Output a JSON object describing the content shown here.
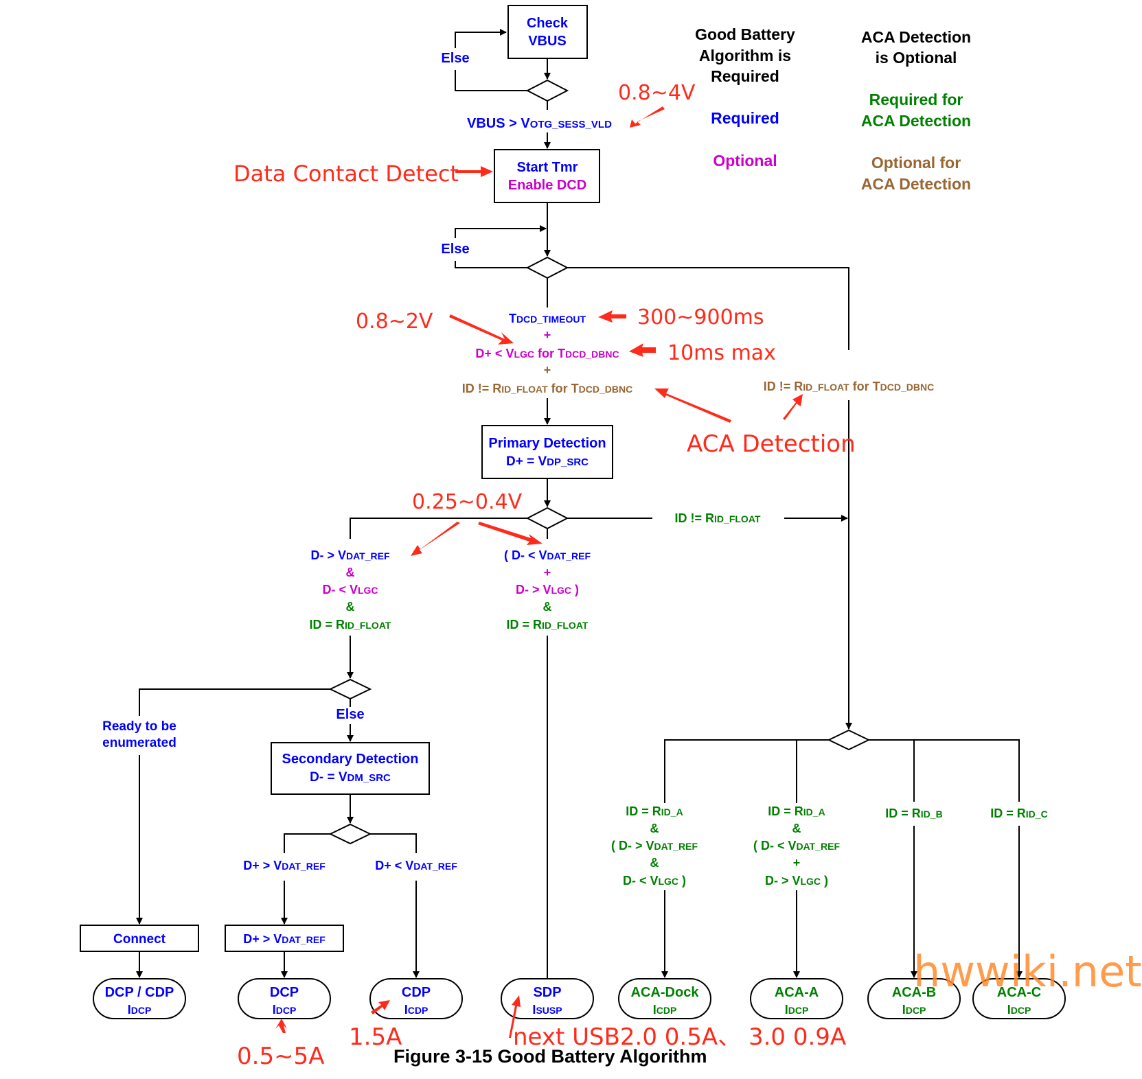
{
  "figure": {
    "caption": "Figure 3-15  Good Battery Algorithm",
    "watermark": "hwwiki.net"
  },
  "colors": {
    "required": "#0000ff",
    "optional": "#cc00cc",
    "required_aca": "#008000",
    "optional_aca": "#996633",
    "annotation": "#ff2a1a",
    "watermark": "#ff8a2a"
  },
  "legend": {
    "gba_title": [
      "Good Battery",
      "Algorithm is",
      "Required"
    ],
    "gba_required": "Required",
    "gba_optional": "Optional",
    "aca_title": [
      "ACA Detection",
      "is Optional"
    ],
    "aca_required": [
      "Required for",
      "ACA Detection"
    ],
    "aca_optional": [
      "Optional for",
      "ACA Detection"
    ]
  },
  "nodes": {
    "check_vbus": [
      "Check",
      "VBUS"
    ],
    "else_1": "Else",
    "vbus_cond": {
      "main": "VBUS > V",
      "sub": "OTG_SESS_VLD"
    },
    "start_tmr": "Start Tmr",
    "enable_dcd": "Enable DCD",
    "else_2": "Else",
    "dcd_timeout": {
      "main": "T",
      "sub": "DCD_TIMEOUT"
    },
    "plus_1": "+",
    "dp_vlgc": {
      "a": "D+ < V",
      "b": "LGC",
      "c": " for T",
      "d": "DCD_DBNC"
    },
    "plus_2": "+",
    "id_float_left": {
      "a": "ID != R",
      "b": "ID_FLOAT",
      "c": " for T",
      "d": "DCD_DBNC"
    },
    "id_float_right": {
      "a": "ID != R",
      "b": "ID_FLOAT",
      "c": " for T",
      "d": "DCD_DBNC"
    },
    "primary_detection": "Primary Detection",
    "primary_cond": {
      "main": "D+ = V",
      "sub": "DP_SRC"
    },
    "id_not_float": {
      "main": "ID != R",
      "sub": "ID_FLOAT"
    },
    "left_branch": {
      "l1": {
        "main": "D-  > V",
        "sub": "DAT_REF"
      },
      "l2": "&",
      "l3": {
        "main": "D-  < V",
        "sub": "LGC"
      },
      "l4": "&",
      "l5": {
        "main": "ID = R",
        "sub": "ID_FLOAT"
      }
    },
    "mid_branch": {
      "l1": {
        "main": "( D-  < V",
        "sub": "DAT_REF"
      },
      "l2": "+",
      "l3": {
        "main": "D- > V",
        "sub": "LGC",
        "tail": " )"
      },
      "l4": "&",
      "l5": {
        "main": "ID = R",
        "sub": "ID_FLOAT"
      }
    },
    "ready_enum": [
      "Ready to be",
      "enumerated"
    ],
    "else_3": "Else",
    "secondary_detection": "Secondary Detection",
    "secondary_cond": {
      "main": "D- = V",
      "sub": "DM_SRC"
    },
    "dp_gt_vdat": {
      "main": "D+ > V",
      "sub": "DAT_REF"
    },
    "dp_lt_vdat": {
      "main": "D+ < V",
      "sub": "DAT_REF"
    },
    "connect": "Connect",
    "dp_gt_vdat_box": {
      "main": "D+ > V",
      "sub": "DAT_REF"
    },
    "aca_dock_cond": {
      "l1": {
        "main": "ID = R",
        "sub": "ID_A"
      },
      "l2": "&",
      "l3": {
        "main": "( D-  > V",
        "sub": "DAT_REF"
      },
      "l4": "&",
      "l5": {
        "main": "D-  < V",
        "sub": "LGC",
        "tail": " )"
      }
    },
    "aca_a_cond": {
      "l1": {
        "main": "ID = R",
        "sub": "ID_A"
      },
      "l2": "&",
      "l3": {
        "main": "( D-  < V",
        "sub": "DAT_REF"
      },
      "l4": "+",
      "l5": {
        "main": "D-  > V",
        "sub": "LGC",
        "tail": " )"
      }
    },
    "aca_b_cond": {
      "main": "ID = R",
      "sub": "ID_B"
    },
    "aca_c_cond": {
      "main": "ID = R",
      "sub": "ID_C"
    }
  },
  "terminals": [
    {
      "name": "DCP / CDP",
      "current_main": "I",
      "current_sub": "DCP",
      "color": "blue"
    },
    {
      "name": "DCP",
      "current_main": "I",
      "current_sub": "DCP",
      "color": "blue"
    },
    {
      "name": "CDP",
      "current_main": "I",
      "current_sub": "CDP",
      "color": "blue"
    },
    {
      "name": "SDP",
      "current_main": "I",
      "current_sub": "SUSP",
      "color": "blue"
    },
    {
      "name": "ACA-Dock",
      "current_main": "I",
      "current_sub": "CDP",
      "color": "green"
    },
    {
      "name": "ACA-A",
      "current_main": "I",
      "current_sub": "DCP",
      "color": "green"
    },
    {
      "name": "ACA-B",
      "current_main": "I",
      "current_sub": "DCP",
      "color": "green"
    },
    {
      "name": "ACA-C",
      "current_main": "I",
      "current_sub": "DCP",
      "color": "green"
    }
  ],
  "annotations": {
    "vbus_range": "0.8~4V",
    "data_contact_detect": "Data Contact Detect",
    "vlgc_range": "0.8~2V",
    "timeout_range": "300~900ms",
    "dbnc_max": "10ms max",
    "aca_detection": "ACA Detection",
    "vdat_range": "0.25~0.4V",
    "dcp_current": "0.5~5A",
    "cdp_current": "1.5A",
    "sdp_current": "next USB2.0 0.5A、 3.0 0.9A"
  }
}
